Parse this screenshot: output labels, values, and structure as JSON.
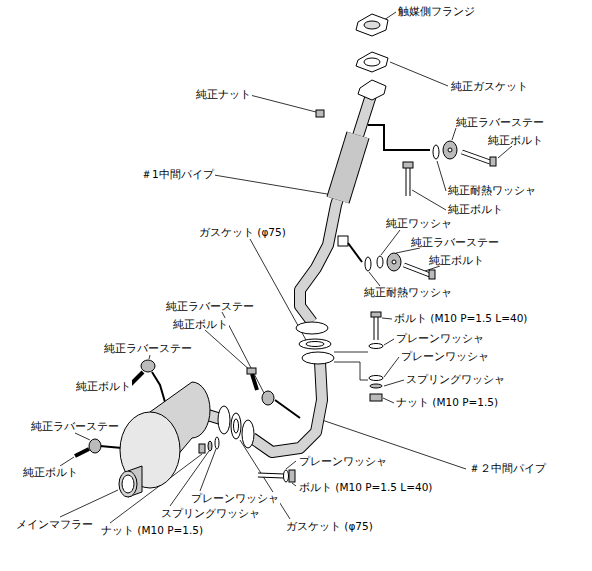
{
  "diagram": {
    "labels": [
      "触媒側フランジ",
      "純正ナット",
      "純正ガスケット",
      "純正ラバーステー",
      "純正ボルト",
      "＃1中間パイプ",
      "純正耐熱ワッシャ",
      "純正ボルト",
      "純正ワッシャ",
      "純正ラバーステー",
      "純正ボルト",
      "ガスケット (φ75)",
      "純正耐熱ワッシャ",
      "純正ラバーステー",
      "純正ボルト",
      "ボルト (M10 P=1.5 L=40)",
      "プレーンワッシャ",
      "純正ラバーステー",
      "プレーンワッシャ",
      "純正ボルト",
      "スプリングワッシャ",
      "ナット (M10 P=1.5)",
      "純正ラバーステー",
      "＃２中間パイプ",
      "純正ボルト",
      "プレーンワッシャ",
      "ボルト (M10 P=1.5 L=40)",
      "プレーンワッシャ",
      "スプリングワッシャ",
      "ガスケット (φ75)",
      "メインマフラー",
      "ナット (M10 P=1.5)"
    ]
  }
}
